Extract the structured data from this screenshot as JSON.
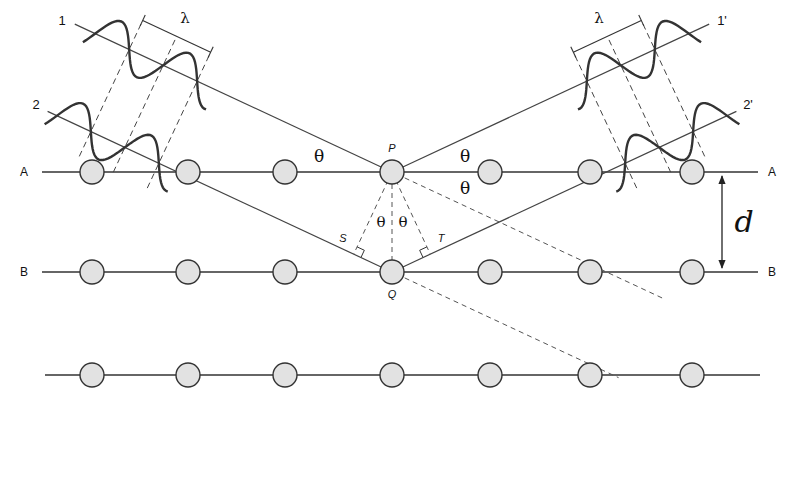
{
  "diagram": {
    "labels": [
      "1",
      "2",
      "λ",
      "λ",
      "1'",
      "2'",
      "A",
      "A",
      "θ",
      "θ",
      "θ",
      "θ",
      "θ",
      "P",
      "S",
      "T",
      "d",
      "B",
      "B",
      "Q"
    ]
  }
}
